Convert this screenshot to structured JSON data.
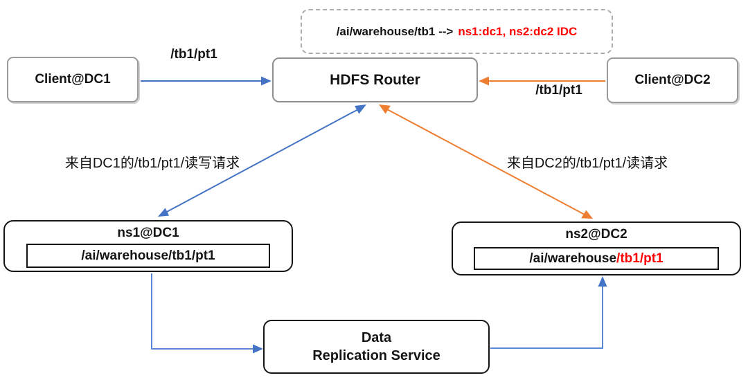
{
  "colors": {
    "blue": "#4472C4",
    "light_blue": "#5B87D7",
    "orange": "#ED7D31",
    "red": "#FF0000",
    "client_border_gray": "#9B9B9B",
    "dashed_border_gray": "#ABABAB",
    "node_border_black": "#141414"
  },
  "note": {
    "black_part": "/ai/warehouse/tb1 -->",
    "red_part": "ns1:dc1, ns2:dc2  IDC"
  },
  "nodes": {
    "client_dc1": {
      "label": "Client@DC1"
    },
    "client_dc2": {
      "label": "Client@DC2"
    },
    "hdfs_router": {
      "label": "HDFS Router"
    },
    "ns1_dc1": {
      "title": "ns1@DC1",
      "path": "/ai/warehouse/tb1/pt1"
    },
    "ns2_dc2": {
      "title": "ns2@DC2",
      "path_black": "/ai/warehouse",
      "path_red": "/tb1/pt1"
    },
    "replication_service": {
      "line1": "Data",
      "line2": "Replication Service"
    }
  },
  "edge_labels": {
    "client1_to_router": "/tb1/pt1",
    "client2_to_router": "/tb1/pt1",
    "router_ns1": "来自DC1的/tb1/pt1/读写请求",
    "router_ns2": "来自DC2的/tb1/pt1/读请求"
  }
}
